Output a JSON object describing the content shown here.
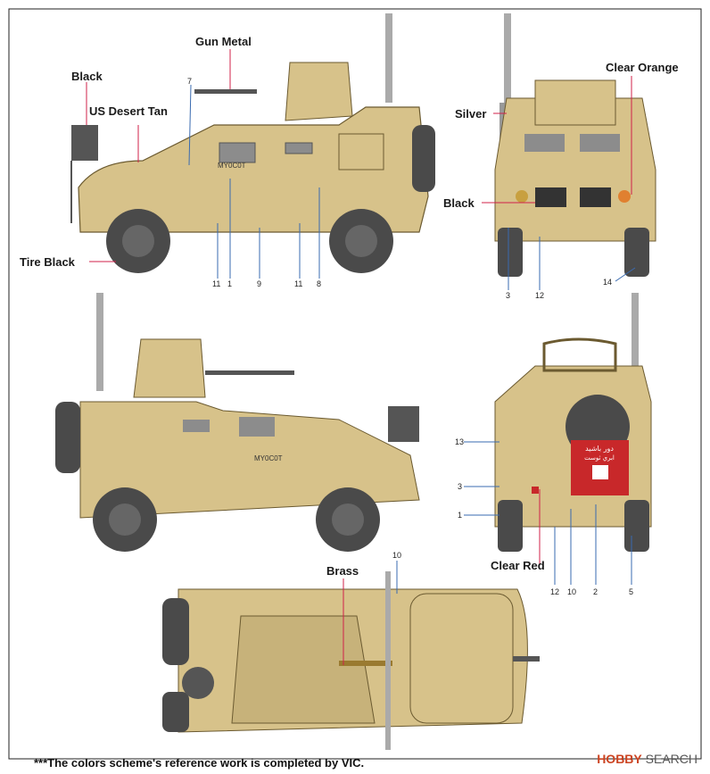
{
  "labels": {
    "gun_metal": "Gun Metal",
    "black_top": "Black",
    "us_desert_tan": "US Desert Tan",
    "tire_black": "Tire Black",
    "silver": "Silver",
    "black_front": "Black",
    "clear_orange": "Clear Orange",
    "clear_red": "Clear Red",
    "brass": "Brass"
  },
  "callout_numbers": {
    "side1": [
      "7",
      "11",
      "1",
      "9",
      "11",
      "8"
    ],
    "front": [
      "3",
      "12",
      "14"
    ],
    "rear": [
      "13",
      "3",
      "1",
      "12",
      "10",
      "2",
      "5"
    ],
    "top": [
      "10"
    ]
  },
  "markings": {
    "vehicle_id": "MY0C0T",
    "rear_plate_line1": "دور باشید",
    "rear_plate_line2": "ابري ثوست"
  },
  "footer": "***The colors scheme's reference work is completed by VIC.",
  "watermark": {
    "brand": "HOBBY",
    "suffix": "SEARCH"
  },
  "colors": {
    "tan": "#d7c28a",
    "tan_dark": "#b9a36a",
    "tire": "#4a4a4a",
    "glass": "#8c8c8c",
    "red_plate": "#c8282a",
    "line": "#d0204a",
    "line_blue": "#3a6bb0"
  }
}
